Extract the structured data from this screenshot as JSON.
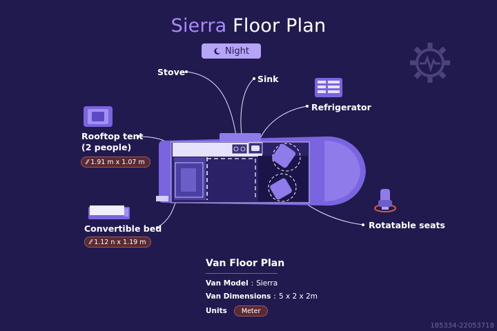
{
  "header": {
    "title_accent": "Sierra",
    "title_rest": " Floor Plan",
    "mode_label": "Night",
    "mode_icon": "moon-icon"
  },
  "labels": {
    "stove": "Stove",
    "sink": "Sink",
    "refrigerator": "Refrigerator",
    "rooftop_tent_line1": "Rooftop tent",
    "rooftop_tent_line2": "(2 people)",
    "rooftop_tent_size": "1.91 m x 1.07 m",
    "convertible_bed": "Convertible bed",
    "convertible_bed_size": "1.12  n x 1.19 m",
    "rotatable_seats": "Rotatable seats"
  },
  "info": {
    "title": "Van Floor Plan",
    "model_key": "Van Model",
    "model_value": "Sierra",
    "dimensions_key": "Van Dimensions",
    "dimensions_value": "5 x 2 x 2m",
    "units_key": "Units",
    "units_value": "Meter"
  },
  "icons": [
    "gear-logo-icon",
    "rooftop-tent-icon",
    "refrigerator-icon",
    "convertible-bed-icon",
    "rotatable-seat-icon",
    "ruler-icon"
  ],
  "colors": {
    "background": "#211a4f",
    "accent": "#a98bf5",
    "van_body": "#7a64e0",
    "pill": "#5a2a32"
  },
  "watermark": "185334-22053718"
}
